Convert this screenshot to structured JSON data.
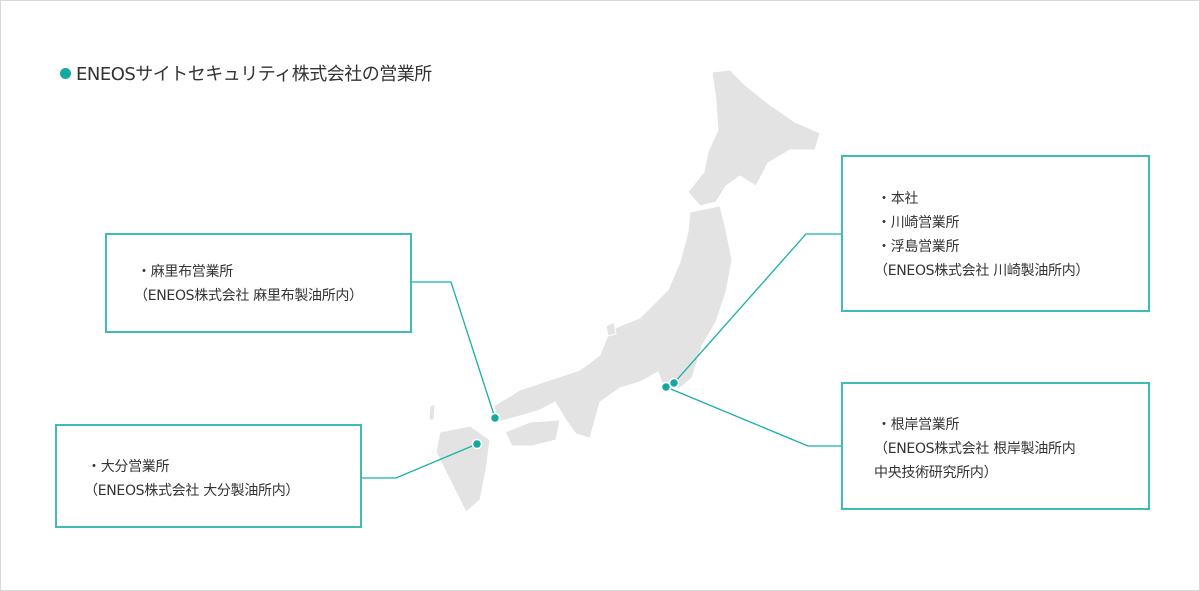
{
  "title": "ENEOSサイトセキュリティ株式会社の営業所",
  "colors": {
    "accent": "#14a8a0",
    "border": "#3dbdb5",
    "land": "#e3e3e3"
  },
  "offices": {
    "mariifu": {
      "lines": [
        "・麻里布営業所",
        "（ENEOS株式会社 麻里布製油所内）"
      ]
    },
    "oita": {
      "lines": [
        "・大分営業所",
        "（ENEOS株式会社 大分製油所内）"
      ]
    },
    "kawasaki": {
      "lines": [
        "・本社",
        "・川崎営業所",
        "・浮島営業所",
        "（ENEOS株式会社 川崎製油所内）"
      ]
    },
    "negishi": {
      "lines": [
        "・根岸営業所",
        "（ENEOS株式会社 根岸製油所内",
        "中央技術研究所内）"
      ]
    }
  }
}
